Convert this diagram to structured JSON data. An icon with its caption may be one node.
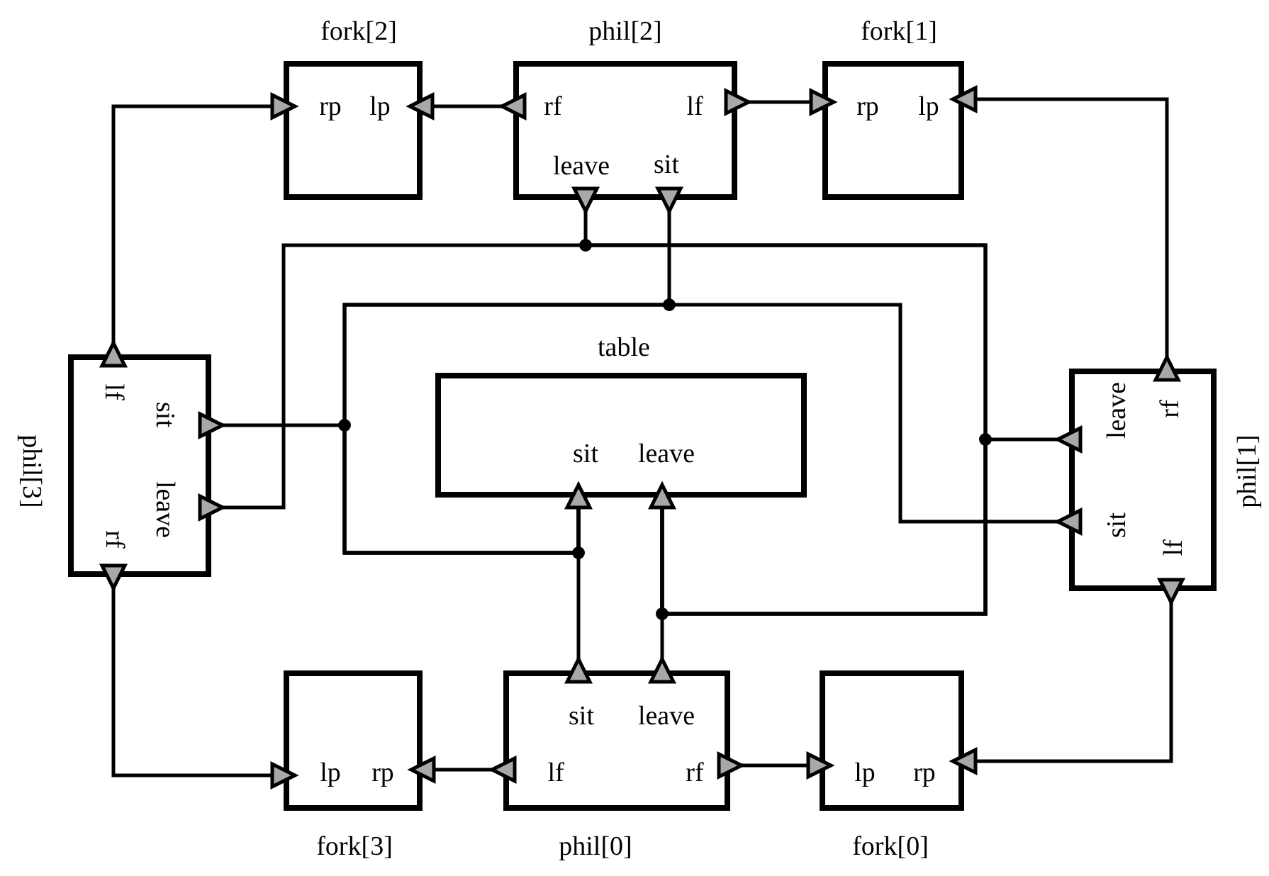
{
  "diagram": {
    "nodes": [
      {
        "text": [
          "fork[2]"
        ]
      },
      {
        "text": [
          "rp"
        ],
        "in": 0
      },
      {
        "text": [
          "lp"
        ],
        "in": 0
      },
      {
        "text": [
          "phil[2]"
        ]
      },
      {
        "text": [
          "rf"
        ],
        "in": 3
      },
      {
        "text": [
          "lf"
        ],
        "in": 3
      },
      {
        "text": [
          "leave"
        ],
        "in": 3
      },
      {
        "text": [
          "sit"
        ],
        "in": 3
      },
      {
        "text": [
          "fork[1]"
        ]
      },
      {
        "text": [
          "rp"
        ],
        "in": 8
      },
      {
        "text": [
          "lp"
        ],
        "in": 8
      },
      {
        "text": [
          "phil[3]"
        ]
      },
      {
        "text": [
          "lf"
        ],
        "in": 11
      },
      {
        "text": [
          "sit"
        ],
        "in": 11
      },
      {
        "text": [
          "leave"
        ],
        "in": 11
      },
      {
        "text": [
          "rf"
        ],
        "in": 11
      },
      {
        "text": [
          "table"
        ]
      },
      {
        "text": [
          "sit"
        ],
        "in": 16
      },
      {
        "text": [
          "leave"
        ],
        "in": 16
      },
      {
        "text": [
          "phil[1]"
        ]
      },
      {
        "text": [
          "rf"
        ],
        "in": 19
      },
      {
        "text": [
          "leave"
        ],
        "in": 19
      },
      {
        "text": [
          "sit"
        ],
        "in": 19
      },
      {
        "text": [
          "lf"
        ],
        "in": 19
      },
      {
        "text": [
          "fork[3]"
        ]
      },
      {
        "text": [
          "lp"
        ],
        "in": 24
      },
      {
        "text": [
          "rp"
        ],
        "in": 24
      },
      {
        "text": [
          "phil[0]"
        ]
      },
      {
        "text": [
          "sit"
        ],
        "in": 27
      },
      {
        "text": [
          "leave"
        ],
        "in": 27
      },
      {
        "text": [
          "lf"
        ],
        "in": 27
      },
      {
        "text": [
          "rf"
        ],
        "in": 27
      },
      {
        "text": [
          "fork[0]"
        ]
      },
      {
        "text": [
          "lp"
        ],
        "in": 32
      },
      {
        "text": [
          "rp"
        ],
        "in": 32
      }
    ],
    "edges": [
      {
        "from": 4,
        "to": 2,
        "arrow": "none"
      },
      {
        "from": 5,
        "to": 9,
        "arrow": "none"
      },
      {
        "from": 20,
        "to": 10,
        "arrow": "none"
      },
      {
        "from": 23,
        "to": 34,
        "arrow": "none"
      },
      {
        "from": 31,
        "to": 33,
        "arrow": "none"
      },
      {
        "from": 30,
        "to": 26,
        "arrow": "none"
      },
      {
        "from": 15,
        "to": 25,
        "arrow": "none"
      },
      {
        "from": 12,
        "to": 1,
        "arrow": "none"
      },
      {
        "from": 7,
        "to": 17,
        "arrow": "none"
      },
      {
        "from": 13,
        "to": 17,
        "arrow": "none"
      },
      {
        "from": 22,
        "to": 17,
        "arrow": "none"
      },
      {
        "from": 28,
        "to": 17,
        "arrow": "none"
      },
      {
        "from": 6,
        "to": 18,
        "arrow": "none"
      },
      {
        "from": 14,
        "to": 18,
        "arrow": "none"
      },
      {
        "from": 21,
        "to": 18,
        "arrow": "none"
      },
      {
        "from": 29,
        "to": 18,
        "arrow": "none"
      }
    ]
  }
}
